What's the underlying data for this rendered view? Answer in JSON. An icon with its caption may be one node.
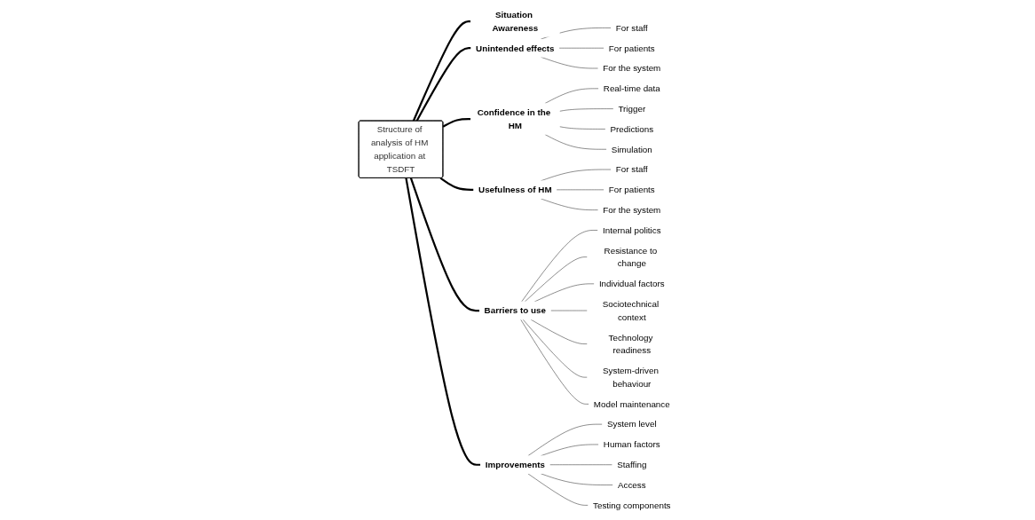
{
  "diagram": {
    "nodes": [
      {
        "text": [
          "Structure of analysis of HM application at TSDFT"
        ]
      },
      {
        "text": [
          "Situation Awareness"
        ]
      },
      {
        "text": [
          "Unintended effects"
        ]
      },
      {
        "text": [
          "For staff"
        ]
      },
      {
        "text": [
          "For patients"
        ]
      },
      {
        "text": [
          "For the system"
        ]
      },
      {
        "text": [
          "Confidence in the HM"
        ]
      },
      {
        "text": [
          "Real-time data"
        ]
      },
      {
        "text": [
          "Trigger"
        ]
      },
      {
        "text": [
          "Predictions"
        ]
      },
      {
        "text": [
          "Simulation"
        ]
      },
      {
        "text": [
          "Usefulness of HM"
        ]
      },
      {
        "text": [
          "For staff"
        ]
      },
      {
        "text": [
          "For patients"
        ]
      },
      {
        "text": [
          "For the system"
        ]
      },
      {
        "text": [
          "Barriers to use"
        ]
      },
      {
        "text": [
          "Internal politics"
        ]
      },
      {
        "text": [
          "Resistance to change"
        ]
      },
      {
        "text": [
          "Individual factors"
        ]
      },
      {
        "text": [
          "Sociotechnical context"
        ]
      },
      {
        "text": [
          "Technology readiness"
        ]
      },
      {
        "text": [
          "System-driven behaviour"
        ]
      },
      {
        "text": [
          "Model maintenance"
        ]
      },
      {
        "text": [
          "Improvements"
        ]
      },
      {
        "text": [
          "System level"
        ]
      },
      {
        "text": [
          "Human factors"
        ]
      },
      {
        "text": [
          "Staffing"
        ]
      },
      {
        "text": [
          "Access"
        ]
      },
      {
        "text": [
          "Testing components"
        ]
      }
    ],
    "edges": [
      {
        "from": 0,
        "to": 1,
        "arrow": "none",
        "style": "thick"
      },
      {
        "from": 0,
        "to": 2,
        "arrow": "none",
        "style": "thick"
      },
      {
        "from": 2,
        "to": 3,
        "arrow": "none"
      },
      {
        "from": 2,
        "to": 4,
        "arrow": "none"
      },
      {
        "from": 2,
        "to": 5,
        "arrow": "none"
      },
      {
        "from": 0,
        "to": 6,
        "arrow": "none",
        "style": "thick"
      },
      {
        "from": 6,
        "to": 7,
        "arrow": "none"
      },
      {
        "from": 6,
        "to": 8,
        "arrow": "none"
      },
      {
        "from": 6,
        "to": 9,
        "arrow": "none"
      },
      {
        "from": 6,
        "to": 10,
        "arrow": "none"
      },
      {
        "from": 0,
        "to": 11,
        "arrow": "none",
        "style": "thick"
      },
      {
        "from": 11,
        "to": 12,
        "arrow": "none"
      },
      {
        "from": 11,
        "to": 13,
        "arrow": "none"
      },
      {
        "from": 11,
        "to": 14,
        "arrow": "none"
      },
      {
        "from": 0,
        "to": 15,
        "arrow": "none",
        "style": "thick"
      },
      {
        "from": 15,
        "to": 16,
        "arrow": "none"
      },
      {
        "from": 15,
        "to": 17,
        "arrow": "none"
      },
      {
        "from": 15,
        "to": 18,
        "arrow": "none"
      },
      {
        "from": 15,
        "to": 19,
        "arrow": "none"
      },
      {
        "from": 15,
        "to": 20,
        "arrow": "none"
      },
      {
        "from": 15,
        "to": 21,
        "arrow": "none"
      },
      {
        "from": 15,
        "to": 22,
        "arrow": "none"
      },
      {
        "from": 0,
        "to": 23,
        "arrow": "none",
        "style": "thick"
      },
      {
        "from": 23,
        "to": 24,
        "arrow": "none"
      },
      {
        "from": 23,
        "to": 25,
        "arrow": "none"
      },
      {
        "from": 23,
        "to": 26,
        "arrow": "none"
      },
      {
        "from": 23,
        "to": 27,
        "arrow": "none"
      },
      {
        "from": 23,
        "to": 28,
        "arrow": "none"
      }
    ]
  }
}
